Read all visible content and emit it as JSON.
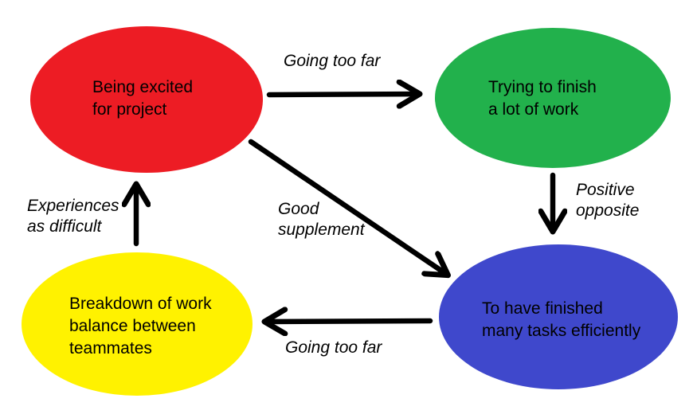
{
  "diagram": {
    "background_color": "#ffffff",
    "arrow_color": "#000000",
    "text_color": "#000000",
    "nodes": [
      {
        "id": "being-excited",
        "color": "#ed1c24",
        "lines": [
          "Being excited",
          "for project"
        ]
      },
      {
        "id": "trying-to-finish",
        "color": "#22b14c",
        "lines": [
          "Trying to finish",
          "a lot of work"
        ]
      },
      {
        "id": "finished-tasks",
        "color": "#3f48cc",
        "lines": [
          "To have finished",
          "many tasks efficiently"
        ]
      },
      {
        "id": "work-breakdown",
        "color": "#fff200",
        "lines": [
          "Breakdown of work",
          "balance between",
          "teammates"
        ]
      }
    ],
    "edges": [
      {
        "from": "being-excited",
        "to": "trying-to-finish",
        "label_lines": [
          "Going too far"
        ]
      },
      {
        "from": "trying-to-finish",
        "to": "finished-tasks",
        "label_lines": [
          "Positive",
          "opposite"
        ]
      },
      {
        "from": "being-excited",
        "to": "finished-tasks",
        "label_lines": [
          "Good",
          "supplement"
        ]
      },
      {
        "from": "finished-tasks",
        "to": "work-breakdown",
        "label_lines": [
          "Going too far"
        ]
      },
      {
        "from": "work-breakdown",
        "to": "being-excited",
        "label_lines": [
          "Experiences",
          "as difficult"
        ]
      }
    ]
  }
}
